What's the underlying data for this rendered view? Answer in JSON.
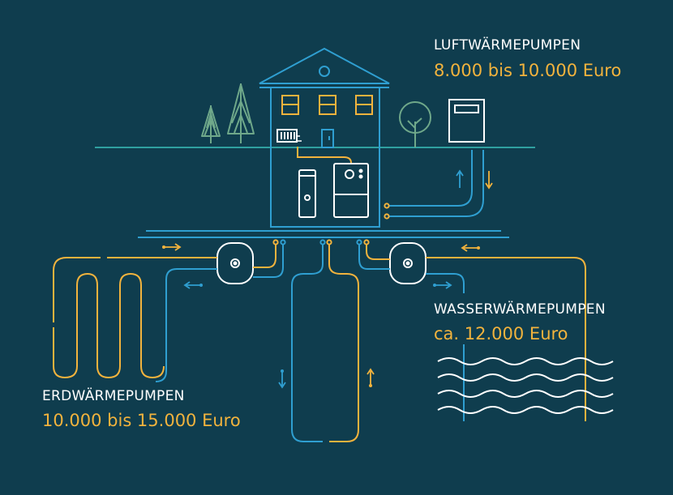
{
  "colors": {
    "background": "#0f3d4e",
    "blue": "#2f9fd1",
    "teal": "#2fa0a0",
    "yellow": "#f2b33d",
    "white": "#ffffff",
    "green": "#6fa88a"
  },
  "labels": {
    "air": {
      "title": "LUFTWÄRMEPUMPEN",
      "price": "8.000 bis 10.000 Euro"
    },
    "water": {
      "title": "WASSERWÄRMEPUMPEN",
      "price": "ca. 12.000 Euro"
    },
    "ground": {
      "title": "ERDWÄRMEPUMPEN",
      "price": "10.000 bis 15.000 Euro"
    }
  },
  "icons": [
    "house-icon",
    "tree-icon",
    "radiator-icon",
    "heat-pump-icon",
    "water-tank-icon",
    "outdoor-unit-icon",
    "heat-exchanger-icon",
    "flow-arrow-icon",
    "water-waves-icon"
  ]
}
